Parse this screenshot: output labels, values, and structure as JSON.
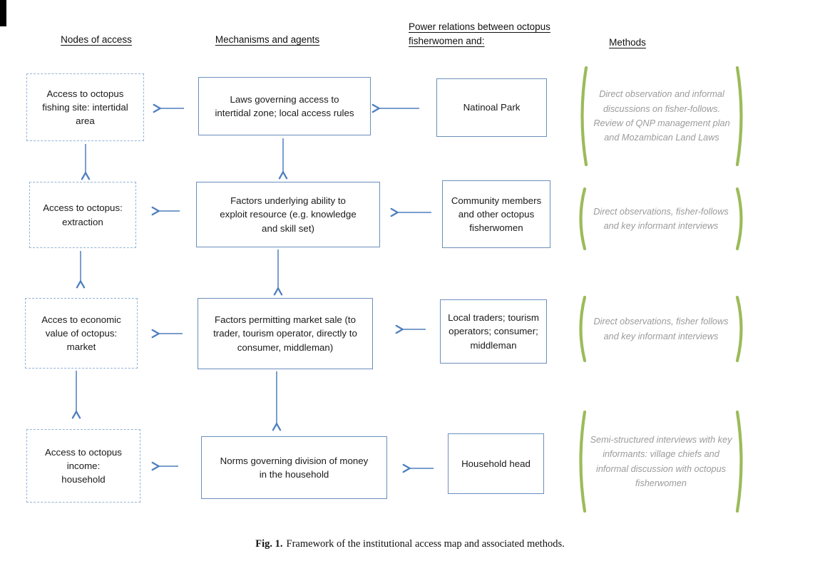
{
  "colors": {
    "solid_box_border": "#6b8fbc",
    "dashed_box_border": "#95b3d7",
    "arrow": "#4e7fbe",
    "bracket_green": "#9bbb59",
    "methods_text_gray": "#9b9b9b"
  },
  "headers": {
    "nodes": "Nodes of access",
    "mechanisms": "Mechanisms and agents",
    "power": "Power relations between octopus\nfisherwomen and:",
    "methods": "Methods"
  },
  "rows": [
    {
      "node": "Access to octopus\nfishing site: intertidal\narea",
      "mechanism": "Laws governing access to\nintertidal zone; local access rules",
      "power": "Natinoal Park",
      "methods": "Direct observation and informal\ndiscussions on fisher-follows.\nReview of QNP management plan\nand Mozambican Land Laws"
    },
    {
      "node": "Access to octopus:\nextraction",
      "mechanism": "Factors underlying ability to\nexploit resource (e.g. knowledge\nand skill set)",
      "power": "Community members\nand other octopus\nfisherwomen",
      "methods": "Direct observations, fisher-follows\nand key informant interviews"
    },
    {
      "node": "Acces to economic\nvalue of octopus:\nmarket",
      "mechanism": "Factors permitting market sale (to\ntrader, tourism operator, directly to\nconsumer, middleman)",
      "power": "Local traders; tourism\noperators; consumer;\nmiddleman",
      "methods": "Direct observations, fisher follows\nand key informant interviews"
    },
    {
      "node": "Access to octopus\nincome:\nhousehold",
      "mechanism": "Norms governing division of money\nin the household",
      "power": "Household head",
      "methods": "Semi-structured interviews with key\ninformants: village chiefs and\ninformal discussion with octopus\nfisherwomen"
    }
  ],
  "caption": {
    "label": "Fig. 1.",
    "text": "Framework of the institutional access map and associated methods."
  }
}
